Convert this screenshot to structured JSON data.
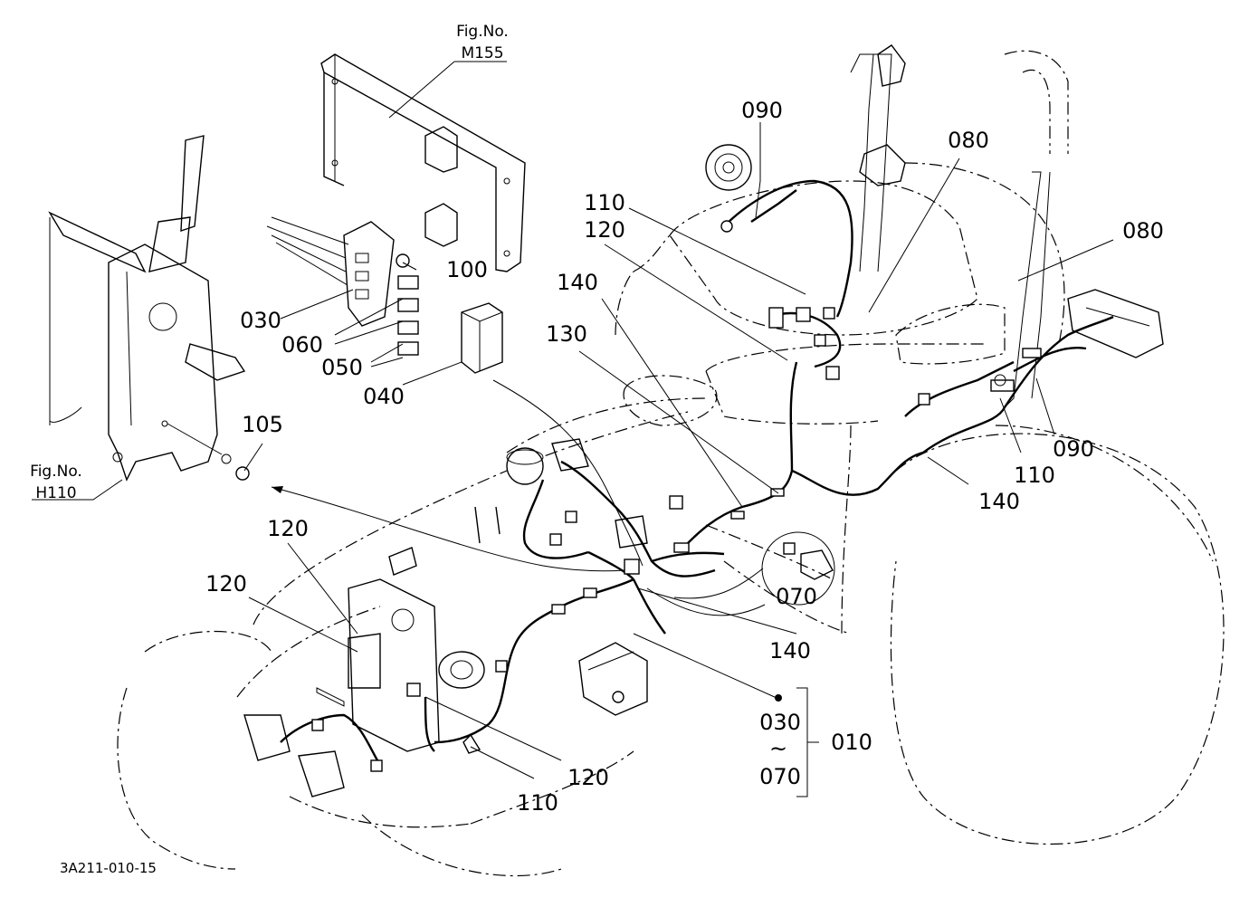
{
  "figure_refs": [
    {
      "label": "Fig.No.",
      "number": "M155"
    },
    {
      "label": "Fig.No.",
      "number": "H110"
    }
  ],
  "callouts": [
    "090",
    "080",
    "080",
    "110",
    "120",
    "100",
    "140",
    "130",
    "030",
    "060",
    "050",
    "040",
    "105",
    "120",
    "120",
    "070",
    "140",
    "110",
    "090",
    "140",
    "030",
    "~",
    "070",
    "010",
    "120",
    "110"
  ],
  "drawing_number": "3A211-010-15"
}
